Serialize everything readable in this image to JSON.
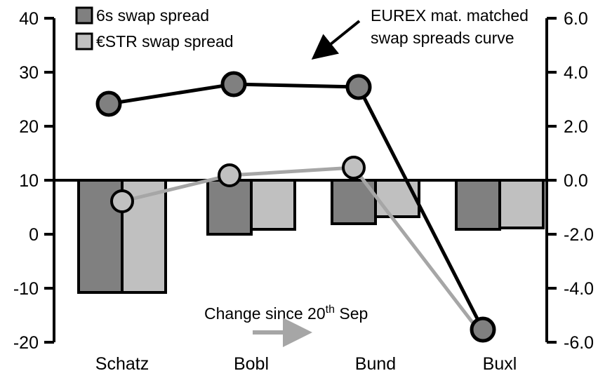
{
  "chart_data": {
    "type": "bar",
    "title": "",
    "subtitle": "",
    "categories": [
      "Schatz",
      "Bobl",
      "Bund",
      "Buxl"
    ],
    "series": [
      {
        "name": "6s swap spread",
        "axis": "left",
        "type": "bar",
        "color": "#808080",
        "values": [
          -10.3,
          0.0,
          2.0,
          1.0
        ]
      },
      {
        "name": "€STR swap spread",
        "axis": "left",
        "type": "bar",
        "color": "#c0c0c0",
        "values": [
          -10.3,
          1.0,
          3.4,
          1.2
        ]
      },
      {
        "name": "EUREX mat. matched swap spreads curve",
        "axis": "left",
        "type": "line",
        "color": "#000000",
        "marker_fill": "#808080",
        "values": [
          24.4,
          27.9,
          27.3,
          -17.9
        ]
      },
      {
        "name": "Change since 20th Sep",
        "axis": "right",
        "type": "line",
        "color": "#a6a6a6",
        "marker_fill": "#c0c0c0",
        "values": [
          -0.78,
          0.08,
          0.65,
          -6.0
        ]
      }
    ],
    "left_axis": {
      "ticks": [
        "40",
        "30",
        "20",
        "10",
        "0",
        "-10",
        "-20"
      ],
      "values": [
        40,
        30,
        20,
        10,
        0,
        -10,
        -20
      ],
      "ylim": [
        -20,
        40
      ],
      "zero_ref": 10
    },
    "right_axis": {
      "ticks": [
        "6.0",
        "4.0",
        "2.0",
        "0.0",
        "-2.0",
        "-4.0",
        "-6.0"
      ],
      "values": [
        6.0,
        4.0,
        2.0,
        0.0,
        -2.0,
        -4.0,
        -6.0
      ],
      "ylim": [
        -6.0,
        6.0
      ]
    },
    "xlabel": "",
    "ylabel": "",
    "grid": false,
    "legend_position": "top-left"
  },
  "legend": {
    "items": [
      {
        "label": "6s swap spread",
        "color": "#808080"
      },
      {
        "label": "€STR swap spread",
        "color": "#c0c0c0"
      }
    ]
  },
  "annotations": {
    "eurex": {
      "line1": "EUREX mat. matched",
      "line2": "swap spreads curve"
    },
    "change": {
      "text_before": "Change since 20",
      "superscript": "th",
      "text_after": " Sep"
    }
  },
  "axis_labels": {
    "left": [
      "40",
      "30",
      "20",
      "10",
      "0",
      "-10",
      "-20"
    ],
    "right": [
      "6.0",
      "4.0",
      "2.0",
      "0.0",
      "-2.0",
      "-4.0",
      "-6.0"
    ],
    "categories": [
      "Schatz",
      "Bobl",
      "Bund",
      "Buxl"
    ]
  }
}
